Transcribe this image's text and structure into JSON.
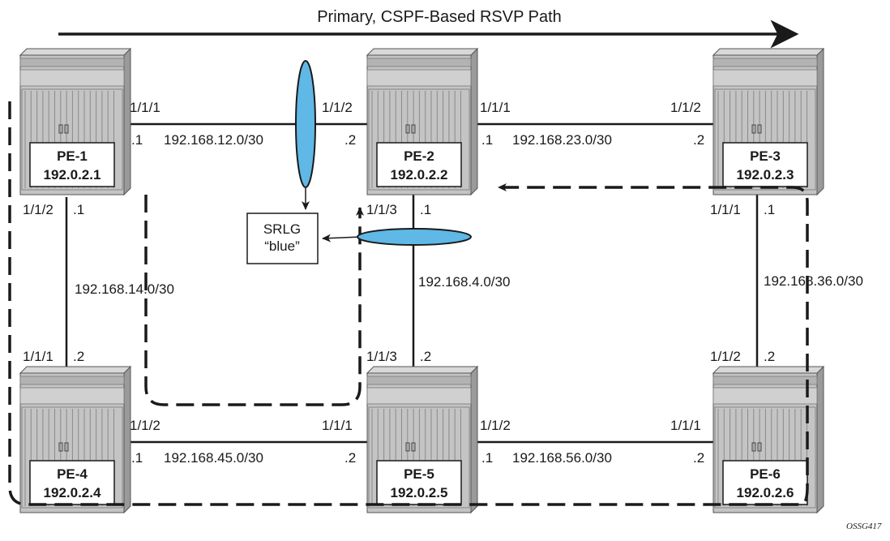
{
  "title": "Primary, CSPF-Based RSVP Path",
  "figure_id": "OSSG417",
  "srlg": {
    "line1": "SRLG",
    "line2": "“blue”"
  },
  "colors": {
    "srlg_fill": "#5fb8e6",
    "line": "#1a1a1a",
    "chassis": "#c4c4c4"
  },
  "nodes": [
    {
      "id": "pe1",
      "name": "PE-1",
      "ip": "192.0.2.1"
    },
    {
      "id": "pe2",
      "name": "PE-2",
      "ip": "192.0.2.2"
    },
    {
      "id": "pe3",
      "name": "PE-3",
      "ip": "192.0.2.3"
    },
    {
      "id": "pe4",
      "name": "PE-4",
      "ip": "192.0.2.4"
    },
    {
      "id": "pe5",
      "name": "PE-5",
      "ip": "192.0.2.5"
    },
    {
      "id": "pe6",
      "name": "PE-6",
      "ip": "192.0.2.6"
    }
  ],
  "links": [
    {
      "id": "pe1-pe2",
      "subnet": "192.168.12.0/30",
      "a_port": "1/1/1",
      "a_host": ".1",
      "b_port": "1/1/2",
      "b_host": ".2"
    },
    {
      "id": "pe2-pe3",
      "subnet": "192.168.23.0/30",
      "a_port": "1/1/1",
      "a_host": ".1",
      "b_port": "1/1/2",
      "b_host": ".2"
    },
    {
      "id": "pe1-pe4",
      "subnet": "192.168.14.0/30",
      "a_port": "1/1/2",
      "a_host": ".1",
      "b_port": "1/1/1",
      "b_host": ".2"
    },
    {
      "id": "pe2-pe5",
      "subnet": "192.168.4.0/30",
      "a_port": "1/1/3",
      "a_host": ".1",
      "b_port": "1/1/3",
      "b_host": ".2"
    },
    {
      "id": "pe3-pe6",
      "subnet": "192.168.36.0/30",
      "a_port": "1/1/1",
      "a_host": ".1",
      "b_port": "1/1/2",
      "b_host": ".2"
    },
    {
      "id": "pe4-pe5",
      "subnet": "192.168.45.0/30",
      "a_port": "1/1/2",
      "a_host": ".1",
      "b_port": "1/1/1",
      "b_host": ".2"
    },
    {
      "id": "pe5-pe6",
      "subnet": "192.168.56.0/30",
      "a_port": "1/1/2",
      "a_host": ".1",
      "b_port": "1/1/1",
      "b_host": ".2"
    }
  ]
}
